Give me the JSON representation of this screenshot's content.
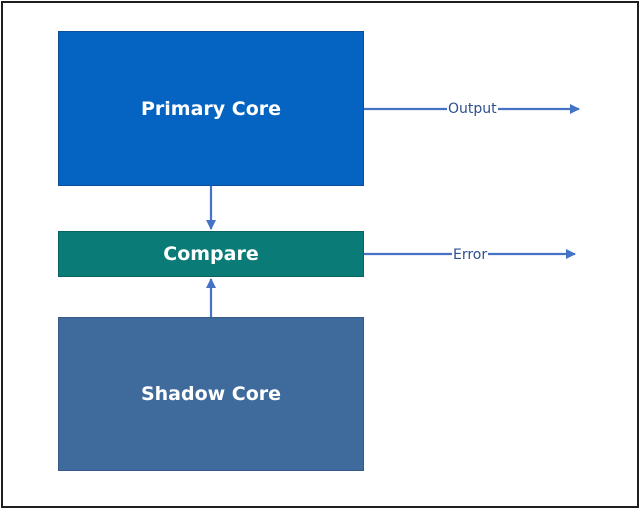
{
  "diagram": {
    "blocks": {
      "primary": "Primary Core",
      "compare": "Compare",
      "shadow": "Shadow Core"
    },
    "edges": {
      "output": "Output",
      "error": "Error"
    },
    "colors": {
      "primary": "#0563c1",
      "compare": "#0b7b78",
      "shadow": "#3f6b9c",
      "arrow": "#4472c4",
      "frame": "#1e1e1e"
    }
  }
}
